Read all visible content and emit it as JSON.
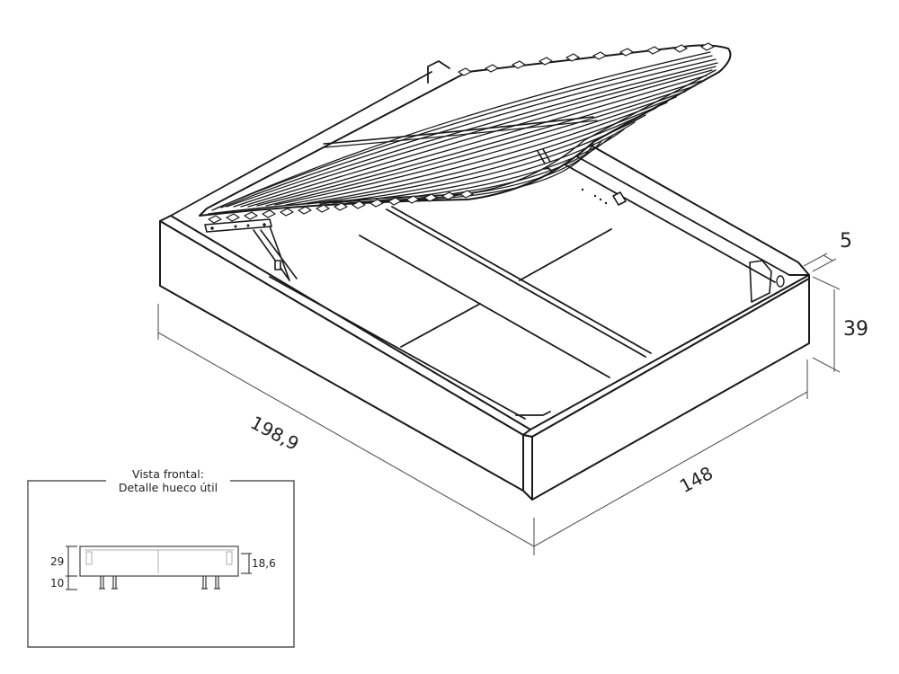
{
  "figure": {
    "type": "isometric technical drawing",
    "subject": "storage bed base with lift-up slatted frame (canapé abatible)",
    "stroke_color": "#1a1a1a",
    "dimension_line_color": "#555555",
    "background": "#ffffff"
  },
  "dimensions": {
    "length": "198,9",
    "width": "148",
    "height": "39",
    "rim": "5"
  },
  "inset": {
    "title_line1": "Vista frontal:",
    "title_line2": "Detalle hueco útil",
    "dim_body_height": "29",
    "dim_leg_height": "10",
    "dim_inner_height": "18,6"
  }
}
